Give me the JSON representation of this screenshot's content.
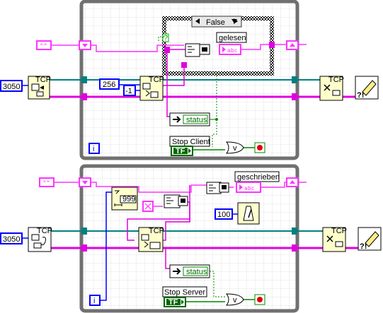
{
  "client_loop": {
    "case_selector": "False",
    "case_boolean": "?",
    "indicator_label": "gelesen",
    "string_indicator": "abc",
    "port_constant": "3050",
    "bytes_constant": "256",
    "timeout_constant": "-1",
    "status_label": "status",
    "stop_label": "Stop Client",
    "stop_terminal": "TF",
    "iteration_terminal": "i",
    "node_tag": "TCP",
    "string_constant": "\"\"",
    "error_glyph": "?!"
  },
  "server_loop": {
    "indicator_label": "geschrieben",
    "string_indicator": "abc",
    "port_constant": "3050",
    "count_constant": "999",
    "wait_constant": "100",
    "status_label": "status",
    "stop_label": "Stop Server",
    "stop_terminal": "TF",
    "iteration_terminal": "i",
    "node_tag": "TCP",
    "string_constant": "\"\"",
    "error_glyph": "?!"
  },
  "colors": {
    "string_wire": "#ff33ff",
    "error_wire": "#e000e0",
    "reference_wire": "#008080",
    "numeric_blue": "#0000ff",
    "boolean_green": "#006600",
    "loop_frame": "#707070"
  }
}
